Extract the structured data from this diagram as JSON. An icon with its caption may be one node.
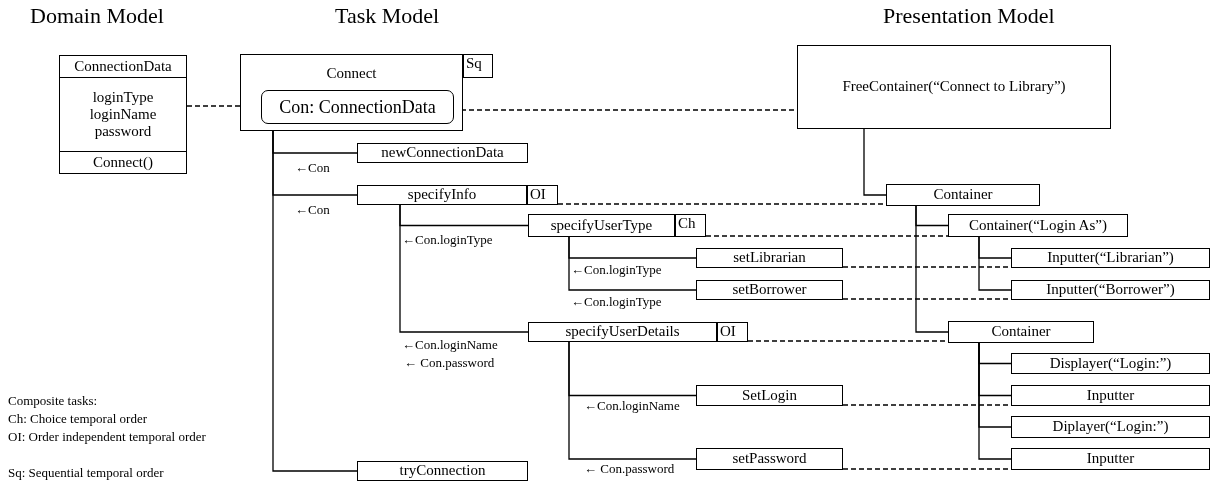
{
  "diagram": {
    "nodes": [
      {
        "text": [
          "ConnectionData",
          "loginType loginName password",
          "Connect()"
        ]
      },
      {
        "text": [
          "Connect"
        ]
      },
      {
        "text": [
          "Con: ConnectionData"
        ],
        "in": 1
      },
      {
        "text": [
          "Sq"
        ]
      },
      {
        "text": [
          "FreeContainer(“Connect to Library”)"
        ]
      },
      {
        "text": [
          "newConnectionData"
        ]
      },
      {
        "text": [
          "specifyInfo"
        ]
      },
      {
        "text": [
          "OI"
        ]
      },
      {
        "text": [
          "Container"
        ]
      },
      {
        "text": [
          "specifyUserType"
        ]
      },
      {
        "text": [
          "Ch"
        ]
      },
      {
        "text": [
          "Container(“Login As”)"
        ]
      },
      {
        "text": [
          "setLibrarian"
        ]
      },
      {
        "text": [
          "Inputter(“Librarian”)"
        ]
      },
      {
        "text": [
          "setBorrower"
        ]
      },
      {
        "text": [
          "Inputter(“Borrower”)"
        ]
      },
      {
        "text": [
          "specifyUserDetails"
        ]
      },
      {
        "text": [
          "OI"
        ]
      },
      {
        "text": [
          "Container"
        ]
      },
      {
        "text": [
          "Displayer(“Login:”)"
        ]
      },
      {
        "text": [
          "SetLogin"
        ]
      },
      {
        "text": [
          "Inputter"
        ]
      },
      {
        "text": [
          "Diplayer(“Login:”)"
        ]
      },
      {
        "text": [
          "setPassword"
        ]
      },
      {
        "text": [
          "Inputter"
        ]
      },
      {
        "text": [
          "tryConnection"
        ]
      }
    ],
    "edges": [
      {
        "from": 0,
        "to": 2,
        "arrow": "none",
        "style": "dashed"
      },
      {
        "from": 2,
        "to": 4,
        "arrow": "none",
        "style": "dashed"
      },
      {
        "from": 1,
        "to": 5,
        "arrow": "none",
        "label": "←Con"
      },
      {
        "from": 1,
        "to": 6,
        "arrow": "none",
        "label": "←Con"
      },
      {
        "from": 1,
        "to": 25,
        "arrow": "none"
      },
      {
        "from": 6,
        "to": 9,
        "arrow": "none",
        "label": "←Con.loginType"
      },
      {
        "from": 6,
        "to": 16,
        "arrow": "none",
        "label": "←Con.loginName"
      },
      {
        "from": 9,
        "to": 12,
        "arrow": "none",
        "label": "←Con.loginType"
      },
      {
        "from": 9,
        "to": 14,
        "arrow": "none",
        "label": "←Con.loginType"
      },
      {
        "from": 16,
        "to": 20,
        "arrow": "none",
        "label": "←Con.loginName"
      },
      {
        "from": 16,
        "to": 23,
        "arrow": "none",
        "label": "← Con.password"
      },
      {
        "from": 7,
        "to": 8,
        "arrow": "none",
        "style": "dashed"
      },
      {
        "from": 10,
        "to": 11,
        "arrow": "none",
        "style": "dashed"
      },
      {
        "from": 12,
        "to": 13,
        "arrow": "none",
        "style": "dashed"
      },
      {
        "from": 14,
        "to": 15,
        "arrow": "none",
        "style": "dashed"
      },
      {
        "from": 17,
        "to": 18,
        "arrow": "none",
        "style": "dashed"
      },
      {
        "from": 20,
        "to": 21,
        "arrow": "none",
        "style": "dashed"
      },
      {
        "from": 23,
        "to": 24,
        "arrow": "none",
        "style": "dashed"
      },
      {
        "from": 4,
        "to": 8,
        "arrow": "none"
      },
      {
        "from": 8,
        "to": 11,
        "arrow": "none"
      },
      {
        "from": 8,
        "to": 18,
        "arrow": "none"
      },
      {
        "from": 11,
        "to": 13,
        "arrow": "none"
      },
      {
        "from": 11,
        "to": 15,
        "arrow": "none"
      },
      {
        "from": 18,
        "to": 19,
        "arrow": "none"
      },
      {
        "from": 18,
        "to": 21,
        "arrow": "none"
      },
      {
        "from": 18,
        "to": 22,
        "arrow": "none"
      },
      {
        "from": 18,
        "to": 24,
        "arrow": "none"
      }
    ],
    "labels": [
      "Domain Model",
      "Task Model",
      "Presentation Model",
      "← Con.password",
      "Composite tasks:",
      "Ch: Choice temporal order",
      "OI: Order independent temporal order",
      "Sq: Sequential temporal order"
    ]
  }
}
